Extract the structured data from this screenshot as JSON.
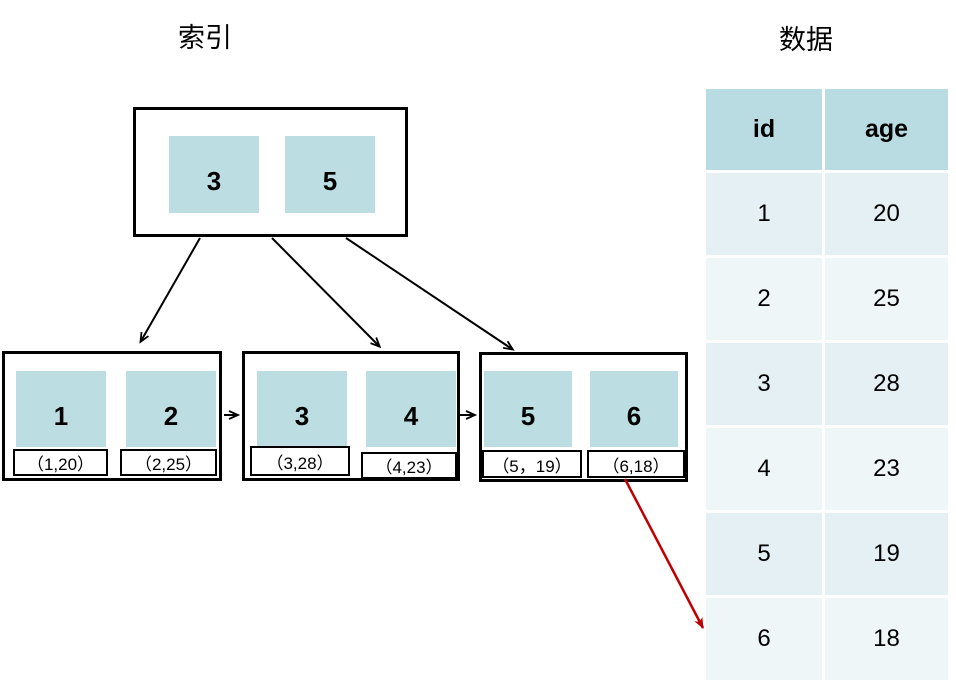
{
  "titles": {
    "index": "索引",
    "data": "数据"
  },
  "colors": {
    "cell_fill": "#bcdde1",
    "table_header_fill": "#b9dce2",
    "row_dark": "#e4f0f3",
    "row_light": "#eef6f8",
    "line": "#000000",
    "highlight_arrow": "#c00000"
  },
  "tree": {
    "root": {
      "keys": [
        "3",
        "5"
      ]
    },
    "leaves": [
      {
        "cells": [
          {
            "key": "1",
            "record": "（1,20）"
          },
          {
            "key": "2",
            "record": "（2,25）"
          }
        ]
      },
      {
        "cells": [
          {
            "key": "3",
            "record": "（3,28）"
          },
          {
            "key": "4",
            "record": "（4,23）"
          }
        ]
      },
      {
        "cells": [
          {
            "key": "5",
            "record": "（5，19）"
          },
          {
            "key": "6",
            "record": "（6,18）"
          }
        ]
      }
    ]
  },
  "table": {
    "headers": [
      "id",
      "age"
    ],
    "rows": [
      {
        "id": "1",
        "age": "20"
      },
      {
        "id": "2",
        "age": "25"
      },
      {
        "id": "3",
        "age": "28"
      },
      {
        "id": "4",
        "age": "23"
      },
      {
        "id": "5",
        "age": "19"
      },
      {
        "id": "6",
        "age": "18"
      }
    ]
  }
}
